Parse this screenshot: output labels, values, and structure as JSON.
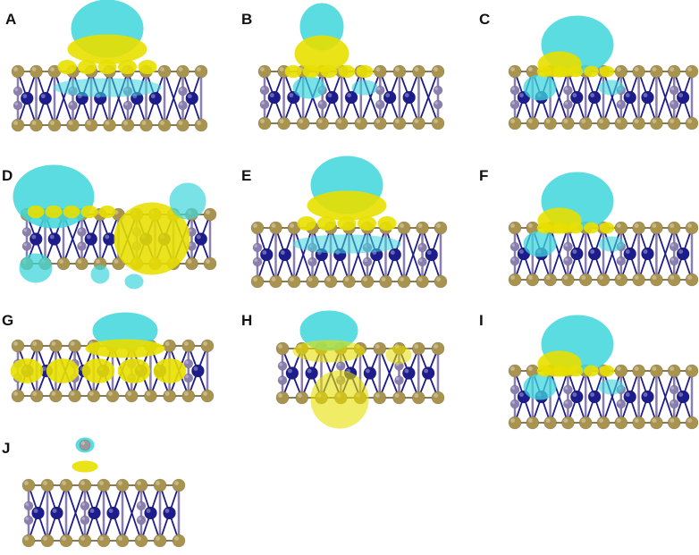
{
  "panels": [
    {
      "id": "A",
      "label": "A",
      "variant": "top-cloud"
    },
    {
      "id": "B",
      "label": "B",
      "variant": "tall-cloud"
    },
    {
      "id": "C",
      "label": "C",
      "variant": "side-cloud"
    },
    {
      "id": "D",
      "label": "D",
      "variant": "large-sphere"
    },
    {
      "id": "E",
      "label": "E",
      "variant": "top-cloud"
    },
    {
      "id": "F",
      "label": "F",
      "variant": "side-cloud"
    },
    {
      "id": "G",
      "label": "G",
      "variant": "flat-cloud"
    },
    {
      "id": "H",
      "label": "H",
      "variant": "bottom-sphere"
    },
    {
      "id": "I",
      "label": "I",
      "variant": "side-cloud"
    },
    {
      "id": "J",
      "label": "J",
      "variant": "adatom"
    }
  ],
  "colors": {
    "charge_accumulation": "#e8e000",
    "charge_depletion": "#3fd7dc",
    "atom_gold": "#a8934f",
    "atom_purple": "#8b7fb0",
    "atom_blue": "#1c1c8c",
    "bond": "#8a7a5a"
  }
}
